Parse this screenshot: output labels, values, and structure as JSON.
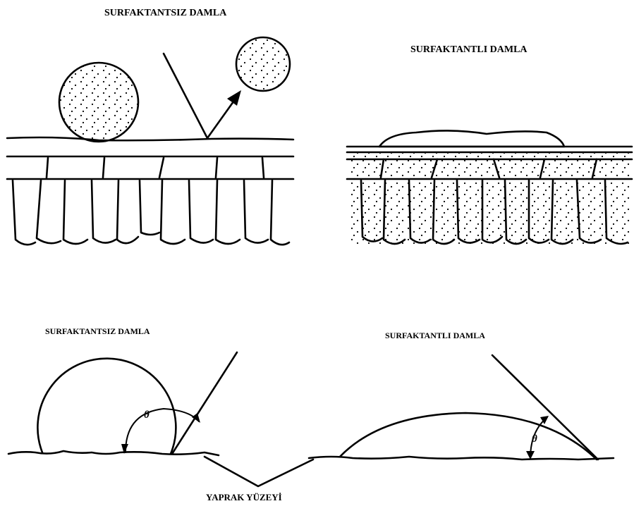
{
  "labels": {
    "top_left": "SURFAKTANTSIZ  DAMLA",
    "top_right": "SURFAKTANTLI  DAMLA",
    "bottom_left": "SURFAKTANTSIZ DAMLA",
    "bottom_right": "SURFAKTANTLI  DAMLA",
    "leaf_surface": "YAPRAK YÜZEYİ",
    "angle_left": "θ",
    "angle_right": "θ"
  }
}
